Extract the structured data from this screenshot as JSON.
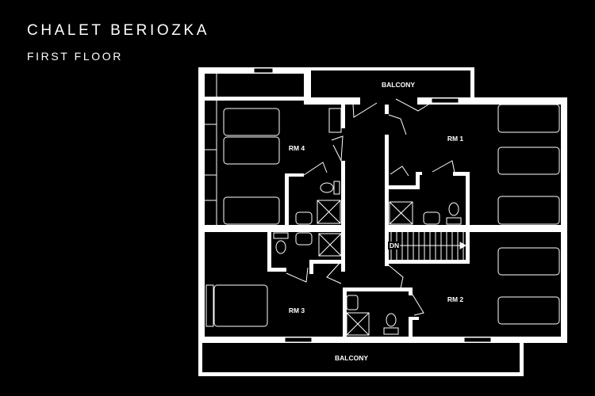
{
  "header": {
    "title": "CHALET BERIOZKA",
    "subtitle": "FIRST FLOOR"
  },
  "plan": {
    "rooms": {
      "rm1": "RM 1",
      "rm2": "RM 2",
      "rm3": "RM 3",
      "rm4": "RM 4"
    },
    "balcony_top": "BALCONY",
    "balcony_bottom": "BALCONY",
    "stairs": "DN"
  },
  "colors": {
    "background": "#000000",
    "lines": "#ffffff"
  }
}
